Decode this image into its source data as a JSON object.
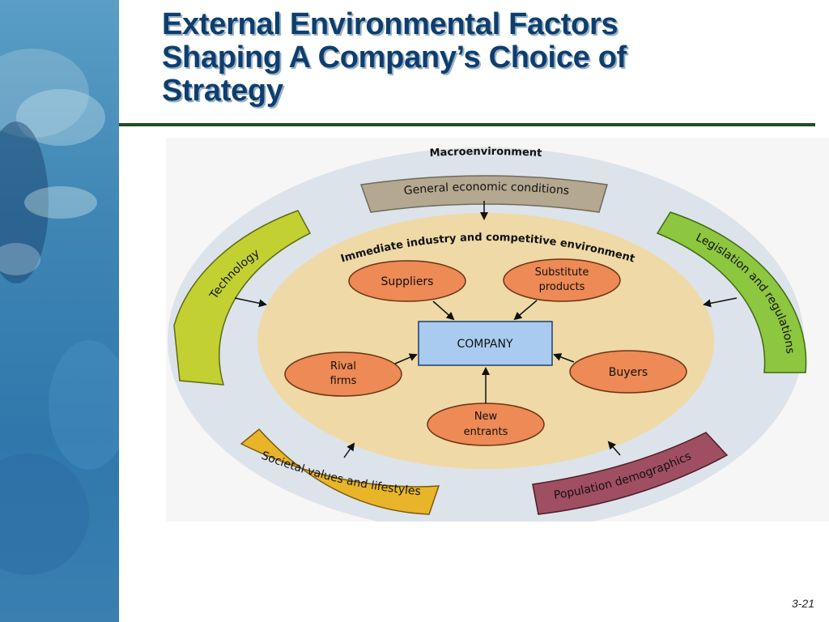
{
  "slide": {
    "title_lines": [
      "External Environmental Factors",
      "Shaping A Company’s Choice of",
      "Strategy"
    ],
    "page_number": "3-21"
  },
  "diagram": {
    "outer_label": "Macroenvironment",
    "inner_label": "Immediate industry and competitive environment",
    "center_node": "COMPANY",
    "inner_nodes": {
      "suppliers": [
        "Suppliers"
      ],
      "substitutes": [
        "Substitute",
        "products"
      ],
      "rivals": [
        "Rival",
        "firms"
      ],
      "buyers": [
        "Buyers"
      ],
      "entrants": [
        "New",
        "entrants"
      ]
    },
    "macro_factors": {
      "economic": "General economic conditions",
      "technology": "Technology",
      "legislation": "Legislation and regulations",
      "societal": "Societal values and lifestyles",
      "demographics": "Population demographics"
    },
    "colors": {
      "outer_ring": "#dde3ea",
      "inner_field": "#efd9a6",
      "node_fill": "#ed8a55",
      "company_fill": "#a9cbf0",
      "economic_band": "#b4a890",
      "technology_band": "#c2d032",
      "legislation_band": "#8dc63f",
      "societal_band": "#e8b52a",
      "demographics_band": "#a04f62"
    }
  }
}
